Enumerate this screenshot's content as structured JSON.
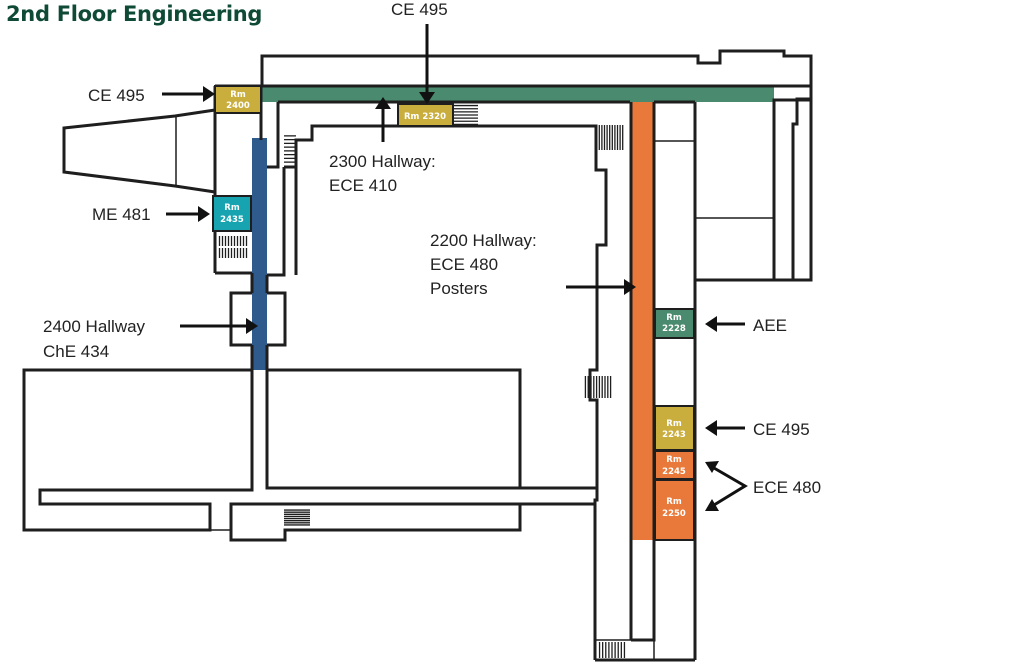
{
  "title": "2nd Floor Engineering",
  "colors": {
    "title": "#0e4a36",
    "hallway_2300": "#4a8a6e",
    "hallway_2400": "#2e5a8c",
    "hallway_2200": "#e8793a",
    "room_ce495": "#c9ae3e",
    "room_me481": "#17a3b0",
    "room_aee": "#4a8a6e",
    "room_ece480": "#e8793a"
  },
  "rooms": [
    {
      "id": "2400",
      "line1": "Rm",
      "line2": "2400",
      "course": "CE 495"
    },
    {
      "id": "2320",
      "line1": "Rm 2320",
      "line2": "",
      "course": "CE 495"
    },
    {
      "id": "2435",
      "line1": "Rm",
      "line2": "2435",
      "course": "ME 481"
    },
    {
      "id": "2228",
      "line1": "Rm",
      "line2": "2228",
      "course": "AEE"
    },
    {
      "id": "2243",
      "line1": "Rm",
      "line2": "2243",
      "course": "CE 495"
    },
    {
      "id": "2245",
      "line1": "Rm",
      "line2": "2245",
      "course": "ECE 480"
    },
    {
      "id": "2250",
      "line1": "Rm",
      "line2": "2250",
      "course": "ECE 480"
    }
  ],
  "labels": {
    "ce495_left": "CE 495",
    "ce495_top": "CE 495",
    "me481": "ME 481",
    "hall2300_line1": "2300 Hallway:",
    "hall2300_line2": "ECE 410",
    "hall2200_line1": "2200 Hallway:",
    "hall2200_line2": "ECE 480",
    "hall2200_line3": "Posters",
    "hall2400_line1": "2400 Hallway",
    "hall2400_line2": "ChE 434",
    "aee": "AEE",
    "ce495_right": "CE 495",
    "ece480_right": "ECE 480"
  }
}
